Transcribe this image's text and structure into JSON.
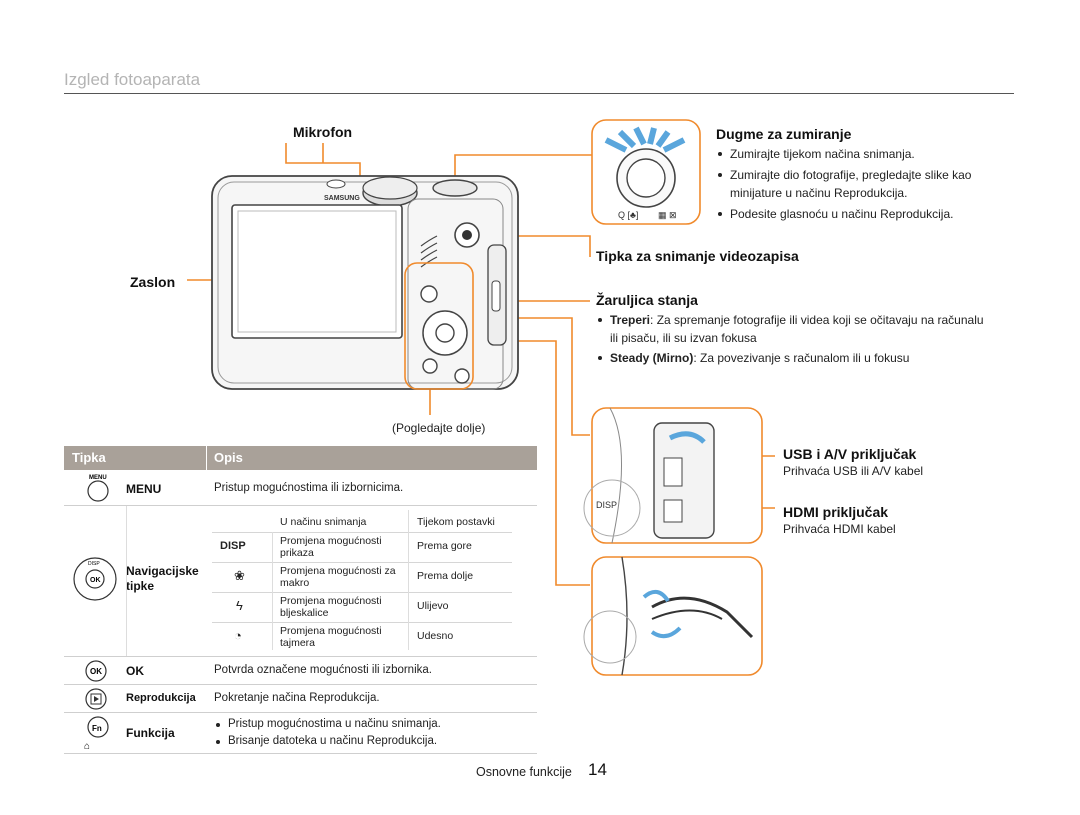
{
  "page": {
    "title": "Izgled fotoaparata",
    "footer_text": "Osnovne funkcije",
    "page_number": "14"
  },
  "labels": {
    "mikrofon": "Mikrofon",
    "zaslon": "Zaslon",
    "see_below": "(Pogledajte dolje)",
    "camera_brand": "SAMSUNG"
  },
  "zoom": {
    "title": "Dugme za zumiranje",
    "items": [
      "Zumirajte tijekom načina snimanja.",
      "Zumirajte dio fotografije, pregledajte slike kao minijature u načinu Reprodukcija.",
      "Podesite glasnoću u načinu Reprodukcija."
    ]
  },
  "video_button": {
    "title": "Tipka za snimanje videozapisa"
  },
  "status_lamp": {
    "title": "Žaruljica stanja",
    "items": [
      {
        "term": "Treperi",
        "text": ": Za spremanje fotografije ili videa koji se očitavaju na računalu ili pisaču, ili su izvan fokusa"
      },
      {
        "term": "Steady (Mirno)",
        "text": ": Za povezivanje s računalom ili u fokusu"
      }
    ]
  },
  "usb": {
    "title": "USB i A/V priključak",
    "desc": "Prihvaća USB ili A/V kabel"
  },
  "hdmi": {
    "title": "HDMI priključak",
    "desc": "Prihvaća HDMI kabel"
  },
  "table": {
    "col_key": "Tipka",
    "col_desc": "Opis",
    "menu": {
      "key": "MENU",
      "desc": "Pristup mogućnostima ili izbornicima."
    },
    "nav": {
      "key_line1": "Navigacijske",
      "key_line2": "tipke",
      "header_left": "U načinu snimanja",
      "header_right": "Tijekom postavki",
      "rows": [
        {
          "icon_label": "DISP",
          "left": "Promjena mogućnosti prikaza",
          "right": "Prema gore"
        },
        {
          "icon_label": "macro",
          "left": "Promjena mogućnosti za makro",
          "right": "Prema dolje"
        },
        {
          "icon_label": "flash",
          "left": "Promjena mogućnosti bljeskalice",
          "right": "Ulijevo"
        },
        {
          "icon_label": "timer",
          "left": "Promjena mogućnosti tajmera",
          "right": "Udesno"
        }
      ]
    },
    "ok": {
      "key": "OK",
      "desc": "Potvrda označene mogućnosti ili izbornika."
    },
    "playback": {
      "key": "Reprodukcija",
      "desc": "Pokretanje načina Reprodukcija."
    },
    "fn": {
      "key": "Funkcija",
      "items": [
        "Pristup mogućnostima u načinu snimanja.",
        "Brisanje datoteka u načinu Reprodukcija."
      ]
    }
  },
  "colors": {
    "accent": "#f08a2c",
    "table_header": "#a9a199",
    "title_gray": "#b4b4b4",
    "zoom_blue": "#5aa6dc"
  }
}
